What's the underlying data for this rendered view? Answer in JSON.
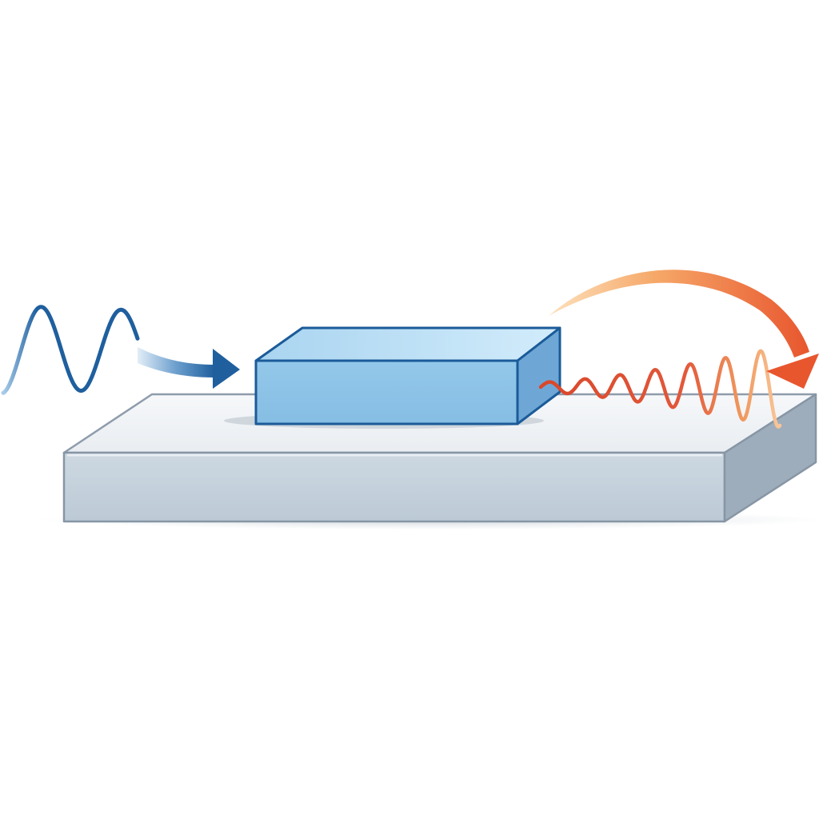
{
  "diagram": {
    "caption": "",
    "colors": {
      "background": "#ffffff",
      "incident_wave": "#1f5f9e",
      "incident_wave_light": "#9cc3e6",
      "emitted_wave": "#d9472b",
      "emitted_wave_light": "#f6b277",
      "block_top": "#bfe0f5",
      "block_front": "#8fc3e6",
      "block_side": "#6ea7d6",
      "block_edge": "#1b5b99",
      "slab_top": "#eef1f4",
      "slab_front": "#c6d2dc",
      "slab_side": "#9dacba",
      "slab_edge": "#8796a5",
      "curved_arrow_start": "#fbc98c",
      "curved_arrow_end": "#e8562e"
    },
    "elements": [
      {
        "id": "incident-wave",
        "icon": "sine-wave-icon",
        "description_color": "blue"
      },
      {
        "id": "incident-arrow",
        "icon": "arrow-right-icon"
      },
      {
        "id": "sample-block",
        "icon": "cuboid-icon"
      },
      {
        "id": "substrate-slab",
        "icon": "slab-icon"
      },
      {
        "id": "emitted-wave",
        "icon": "sine-wave-icon",
        "description_color": "red"
      },
      {
        "id": "curved-arrow",
        "icon": "curved-arrow-icon"
      }
    ]
  }
}
